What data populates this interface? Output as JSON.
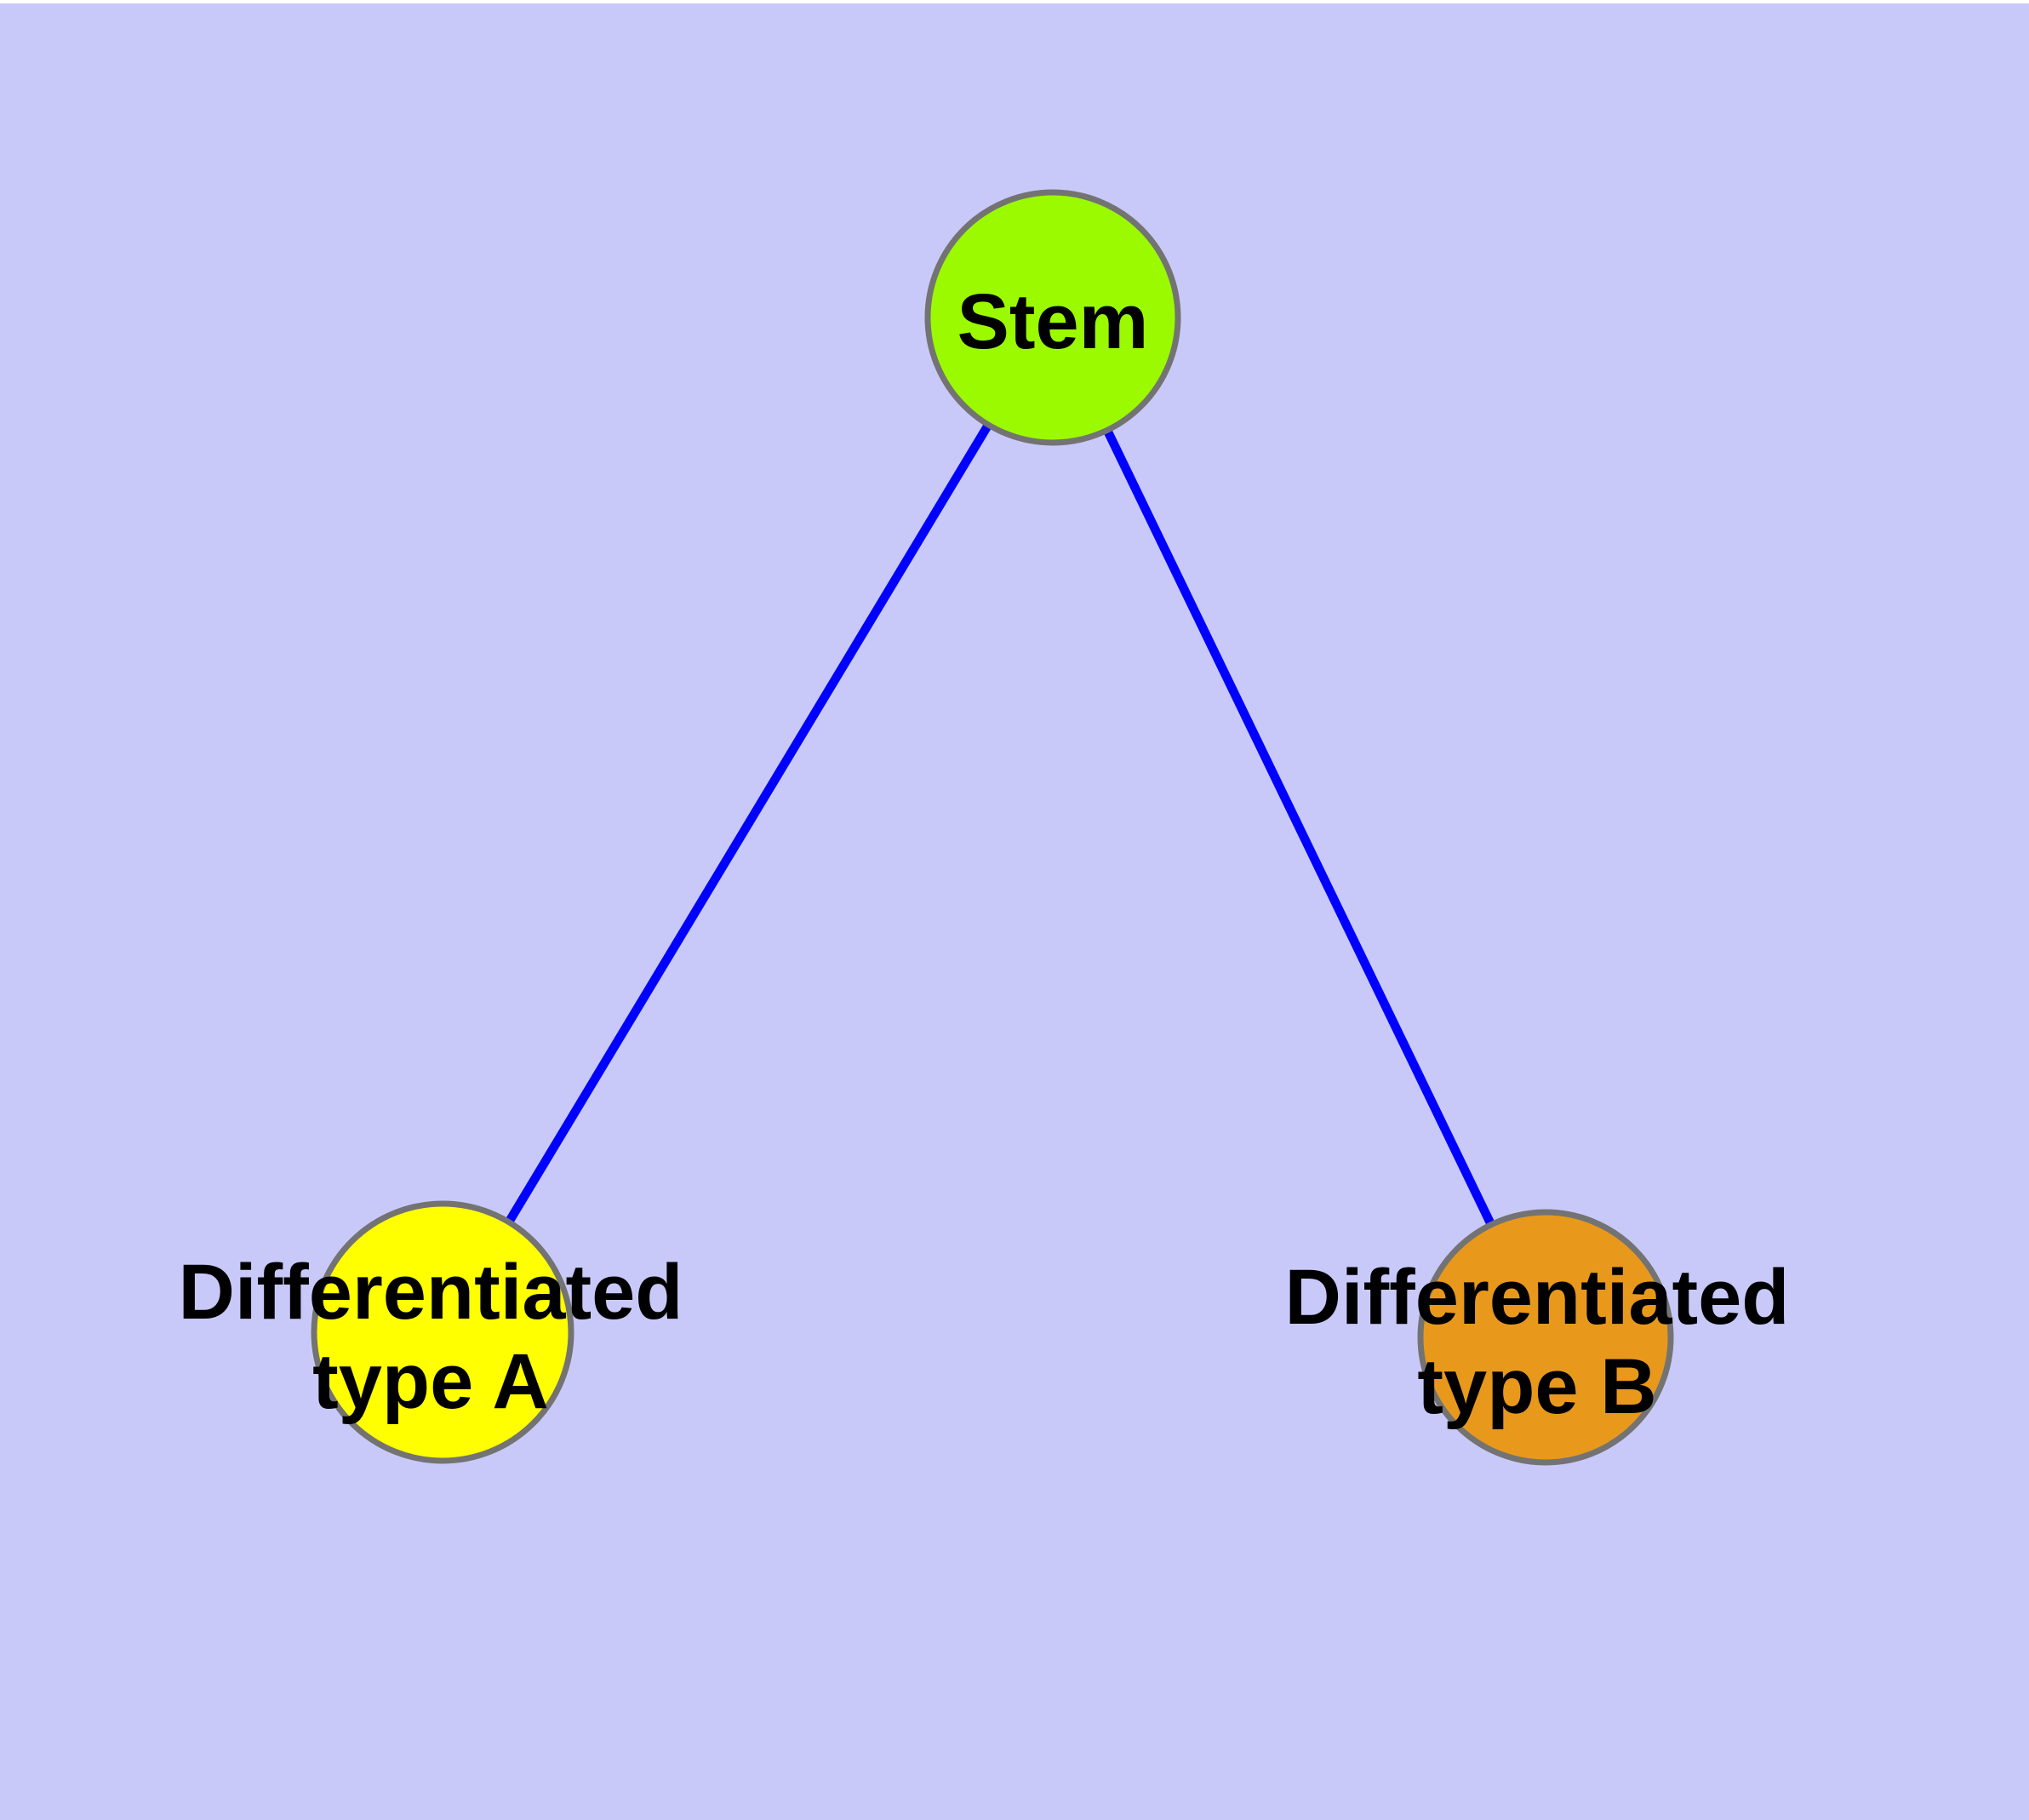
{
  "diagram": {
    "background_color": "#C9C9F9",
    "edge_color": "#0000FF",
    "node_border_color": "#737373",
    "text_color": "#000000",
    "nodes": {
      "stem": {
        "label": "Stem",
        "color": "#9BFA00"
      },
      "typeA": {
        "label_line1": "Differentiated",
        "label_line2": "type A",
        "color": "#FFFF00"
      },
      "typeB": {
        "label_line1": "Differentiated",
        "label_line2": "type B",
        "color": "#E8991C"
      }
    },
    "edges": [
      {
        "from": "Stem",
        "to": "Differentiated type A"
      },
      {
        "from": "Stem",
        "to": "Differentiated type B"
      }
    ]
  }
}
